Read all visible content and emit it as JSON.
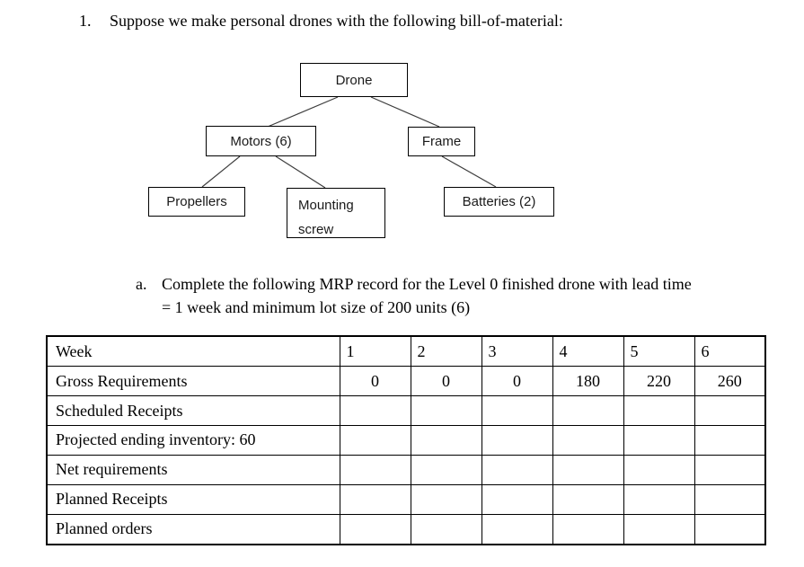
{
  "question": {
    "number": "1.",
    "text": "Suppose we make personal drones with the following bill-of-material:"
  },
  "bom_diagram": {
    "nodes": [
      {
        "id": "drone",
        "label": "Drone"
      },
      {
        "id": "motors",
        "label": "Motors (6)"
      },
      {
        "id": "frame",
        "label": "Frame"
      },
      {
        "id": "propellers",
        "label": "Propellers"
      },
      {
        "id": "mounting-screw",
        "label_line1": "Mounting",
        "label_line2": "screw"
      },
      {
        "id": "batteries",
        "label": "Batteries (2)"
      }
    ],
    "edges": [
      {
        "from": "drone",
        "to": "motors"
      },
      {
        "from": "drone",
        "to": "frame"
      },
      {
        "from": "motors",
        "to": "propellers"
      },
      {
        "from": "motors",
        "to": "mounting-screw"
      },
      {
        "from": "frame",
        "to": "batteries"
      }
    ]
  },
  "subquestion": {
    "letter": "a.",
    "line1": "Complete the following MRP record for the Level 0 finished drone with lead time",
    "line2": "= 1 week and minimum lot size of 200 units (6)"
  },
  "mrp_table": {
    "week_row": {
      "label": "Week",
      "values": [
        "1",
        "2",
        "3",
        "4",
        "5",
        "6"
      ]
    },
    "rows": [
      {
        "label": "Gross Requirements",
        "values": [
          "0",
          "0",
          "0",
          "180",
          "220",
          "260"
        ]
      },
      {
        "label": "Scheduled Receipts",
        "values": [
          "",
          "",
          "",
          "",
          "",
          ""
        ]
      },
      {
        "label": "Projected ending inventory: 60",
        "values": [
          "",
          "",
          "",
          "",
          "",
          ""
        ]
      },
      {
        "label": "Net requirements",
        "values": [
          "",
          "",
          "",
          "",
          "",
          ""
        ]
      },
      {
        "label": "Planned Receipts",
        "values": [
          "",
          "",
          "",
          "",
          "",
          ""
        ]
      },
      {
        "label": "Planned orders",
        "values": [
          "",
          "",
          "",
          "",
          "",
          ""
        ]
      }
    ]
  },
  "colors": {
    "background": "#ffffff",
    "text": "#000000",
    "border": "#000000",
    "connector": "#3d3d3d"
  }
}
